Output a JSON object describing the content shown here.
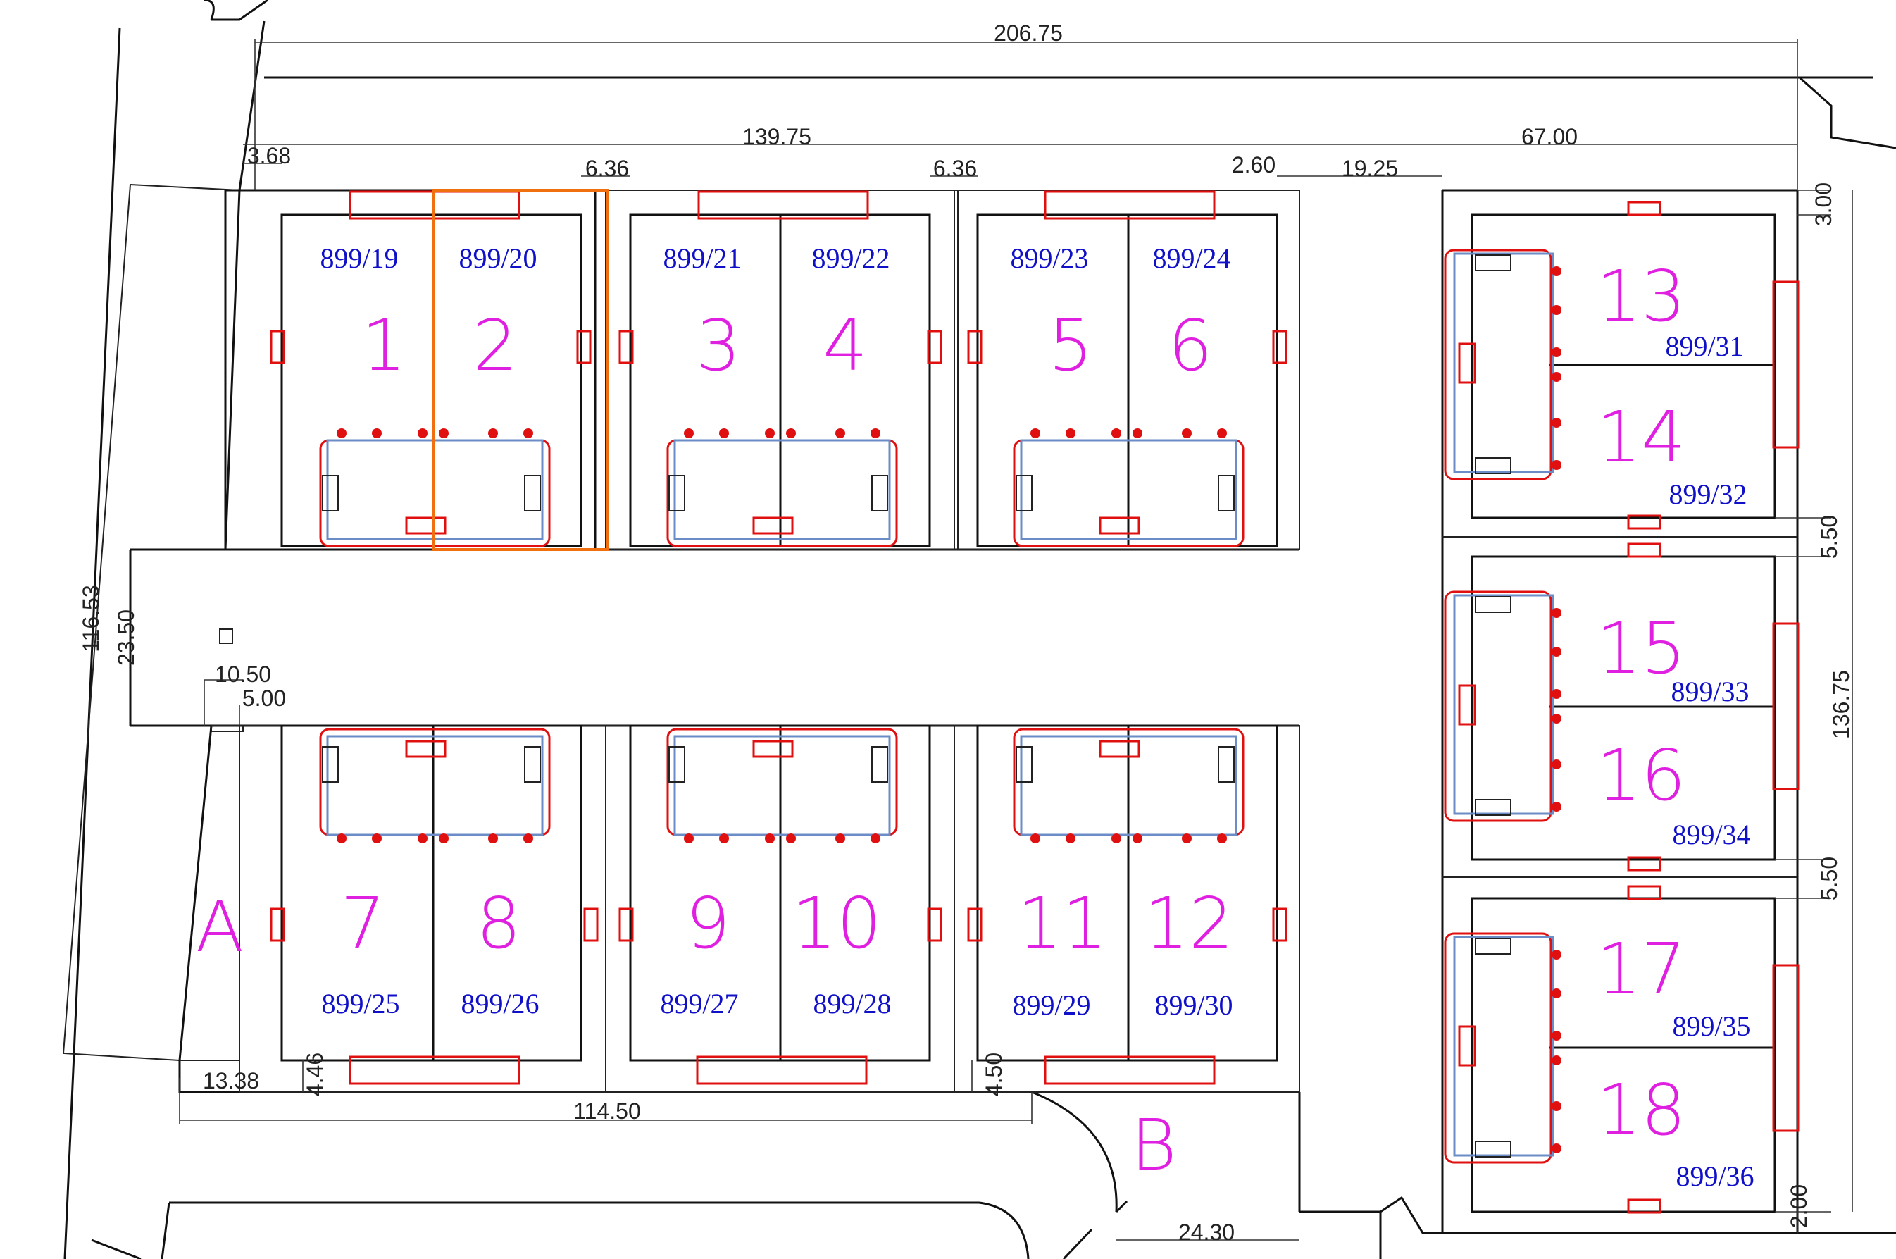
{
  "dimensions": {
    "top_total": "206.75",
    "left_block": "139.75",
    "right_block": "67.00",
    "setback_left": "3.68",
    "gap_a": "6.36",
    "gap_b": "6.36",
    "gap_c": "2.60",
    "gap_d": "19.25",
    "right_top": "3.00",
    "row_gap_1": "5.50",
    "row_gap_2": "5.50",
    "right_height": "136.75",
    "bottom_right": "2.00",
    "left_total": "116.53",
    "road_width": "23.50",
    "small_a": "10.50",
    "small_b": "5.00",
    "corner_width": "13.38",
    "corner_h1": "4.46",
    "bottom_block": "114.50",
    "corner_h2": "4.50",
    "road_b": "24.30"
  },
  "road_labels": {
    "a": "A",
    "b": "B"
  },
  "plots": [
    {
      "no": "1",
      "parcel": "899/19"
    },
    {
      "no": "2",
      "parcel": "899/20"
    },
    {
      "no": "3",
      "parcel": "899/21"
    },
    {
      "no": "4",
      "parcel": "899/22"
    },
    {
      "no": "5",
      "parcel": "899/23"
    },
    {
      "no": "6",
      "parcel": "899/24"
    },
    {
      "no": "7",
      "parcel": "899/25"
    },
    {
      "no": "8",
      "parcel": "899/26"
    },
    {
      "no": "9",
      "parcel": "899/27"
    },
    {
      "no": "10",
      "parcel": "899/28"
    },
    {
      "no": "11",
      "parcel": "899/29"
    },
    {
      "no": "12",
      "parcel": "899/30"
    },
    {
      "no": "13",
      "parcel": "899/31"
    },
    {
      "no": "14",
      "parcel": "899/32"
    },
    {
      "no": "15",
      "parcel": "899/33"
    },
    {
      "no": "16",
      "parcel": "899/34"
    },
    {
      "no": "17",
      "parcel": "899/35"
    },
    {
      "no": "18",
      "parcel": "899/36"
    }
  ]
}
